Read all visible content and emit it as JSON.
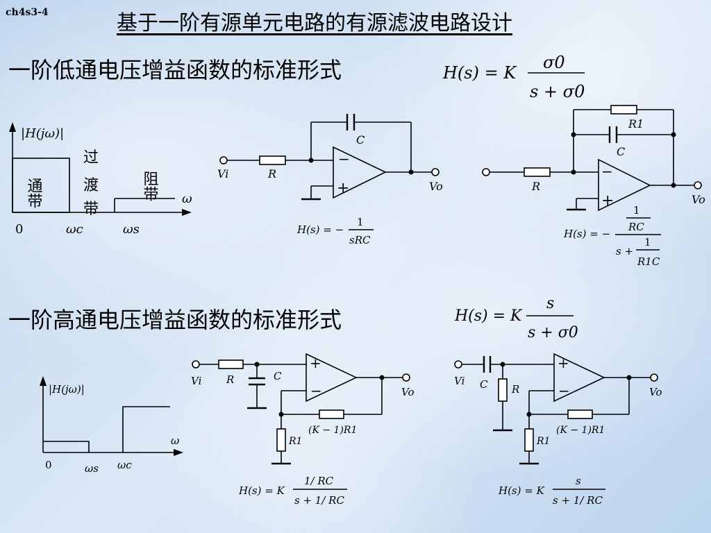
{
  "slide_id": "ch4s3-4",
  "title": "基于一阶有源单元电路的有源滤波电路设计",
  "lowpass": {
    "section_title": "一阶低通电压增益函数的标准形式",
    "formula": {
      "lhs": "H(s) = K",
      "num": "σ0",
      "den": "s + σ0"
    },
    "response": {
      "ylabel": "|H(jω)|",
      "passband": "通带",
      "transition": [
        "过",
        "渡",
        "带"
      ],
      "stopband": "阻带",
      "origin": "0",
      "wc": "ωc",
      "ws": "ωs",
      "w": "ω"
    },
    "circuit1": {
      "vi": "Vi",
      "vo": "Vo",
      "r": "R",
      "c": "C",
      "tf_lhs": "H(s) = −",
      "tf_num": "1",
      "tf_den": "sRC"
    },
    "circuit2": {
      "vo": "Vo",
      "r": "R",
      "r1": "R1",
      "c": "C",
      "tf_lhs": "H(s) = −",
      "tf_num": "1",
      "tf_num2": "RC",
      "tf_den_s": "s +",
      "tf_den_num": "1",
      "tf_den_den": "R1C"
    }
  },
  "highpass": {
    "section_title": "一阶高通电压增益函数的标准形式",
    "formula": {
      "lhs": "H(s) = K",
      "num": "s",
      "den": "s + σ0"
    },
    "response": {
      "ylabel": "|H(jω)|",
      "origin": "0",
      "ws": "ωs",
      "wc": "ωc",
      "w": "ω"
    },
    "circuit1": {
      "vi": "Vi",
      "vo": "Vo",
      "r": "R",
      "c": "C",
      "rf": "(K − 1)R1",
      "r1": "R1",
      "tf_lhs": "H(s) = K",
      "tf_num": "1/ RC",
      "tf_den": "s + 1/ RC"
    },
    "circuit2": {
      "vi": "Vi",
      "vo": "Vo",
      "r": "R",
      "c": "C",
      "rf": "(K − 1)R1",
      "r1": "R1",
      "tf_lhs": "H(s) = K",
      "tf_num": "s",
      "tf_den": "s + 1/ RC"
    }
  },
  "colors": {
    "background": "#c8dcf0",
    "ink": "#000000"
  }
}
